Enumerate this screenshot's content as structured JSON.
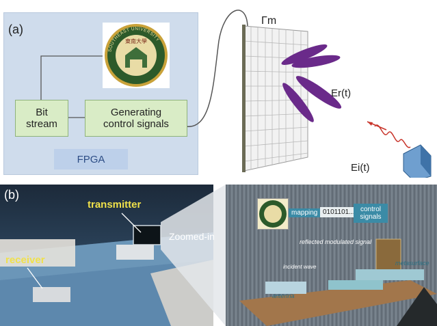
{
  "panel_a": {
    "label": "(a)",
    "logo_text": "SOUTHEAST UNIVERSITY",
    "bit_stream": "Bit\nstream",
    "generating": "Generating\ncontrol signals",
    "fpga": "FPGA",
    "gamma": "Γm",
    "er": "Er(t)",
    "ei": "Ei(t)"
  },
  "panel_b": {
    "label": "(b)",
    "transmitter": "transmitter",
    "receiver": "receiver",
    "zoomed_in": "Zoomed-in",
    "mapping": "mapping",
    "bits": "0101101...",
    "control_signals": "control\nsignals",
    "reflected": "reflected modulated signal",
    "incident": "incident wave",
    "metasurface": "metasurface",
    "antenna": "antenna"
  }
}
